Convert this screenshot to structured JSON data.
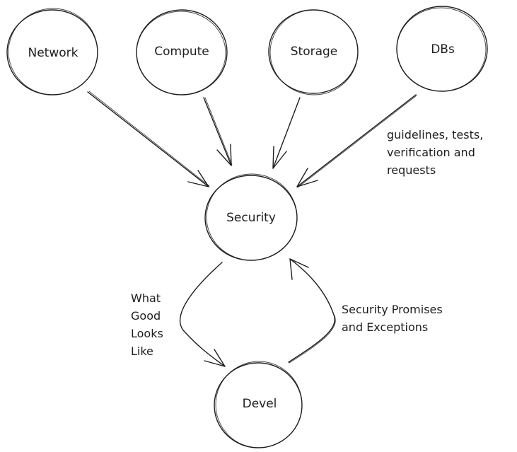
{
  "diagram": {
    "nodes": [
      {
        "id": "network",
        "label": "Network"
      },
      {
        "id": "compute",
        "label": "Compute"
      },
      {
        "id": "storage",
        "label": "Storage"
      },
      {
        "id": "dbs",
        "label": "DBs"
      },
      {
        "id": "security",
        "label": "Security"
      },
      {
        "id": "devel",
        "label": "Devel"
      }
    ],
    "edges": [
      {
        "from": "network",
        "to": "security",
        "label": ""
      },
      {
        "from": "compute",
        "to": "security",
        "label": ""
      },
      {
        "from": "storage",
        "to": "security",
        "label": ""
      },
      {
        "from": "dbs",
        "to": "security",
        "label": "guidelines, tests,\nverification and\nrequests"
      },
      {
        "from": "security",
        "to": "devel",
        "label": "What\nGood\nLooks\nLike"
      },
      {
        "from": "devel",
        "to": "security",
        "label": "Security Promises\nand Exceptions"
      }
    ]
  }
}
